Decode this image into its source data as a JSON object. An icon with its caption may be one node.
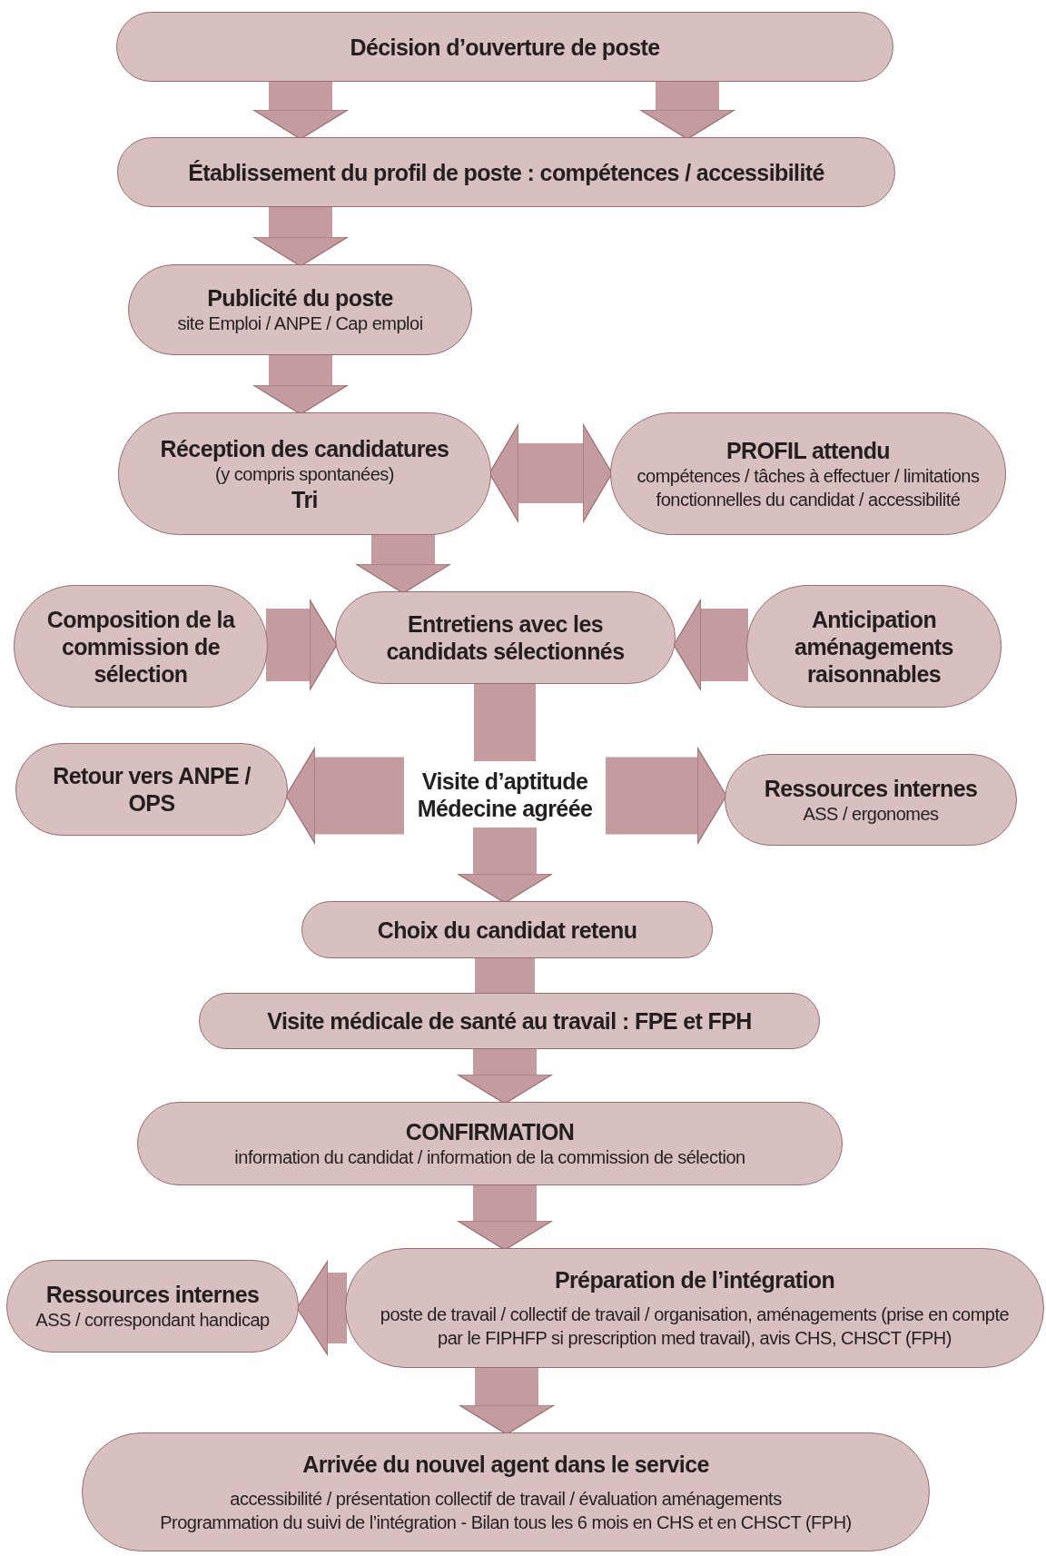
{
  "diagram": {
    "nodes": [
      {
        "text": [
          "Décision d’ouverture de poste"
        ]
      },
      {
        "text": [
          "Établissement du profil de poste : compétences / accessibilité"
        ]
      },
      {
        "text": [
          "Publicité du poste",
          "site Emploi / ANPE / Cap emploi"
        ]
      },
      {
        "text": [
          "Réception des candidatures",
          "(y compris spontanées)",
          "Tri"
        ]
      },
      {
        "text": [
          "PROFIL attendu",
          "compétences / tâches à effectuer / limitations fonctionnelles du candidat / accessibilité"
        ]
      },
      {
        "text": [
          "Composition de la commission de sélection"
        ]
      },
      {
        "text": [
          "Entretiens avec les candidats sélectionnés"
        ]
      },
      {
        "text": [
          "Anticipation aménagements raisonnables"
        ]
      },
      {
        "text": [
          "Retour vers ANPE / OPS"
        ]
      },
      {
        "text": [
          "Visite d’aptitude Médecine agréée"
        ]
      },
      {
        "text": [
          "Ressources internes",
          "ASS / ergonomes"
        ]
      },
      {
        "text": [
          "Choix du candidat retenu"
        ]
      },
      {
        "text": [
          "Visite médicale de santé au travail : FPE et FPH"
        ]
      },
      {
        "text": [
          "CONFIRMATION",
          "information du candidat / information de la commission de sélection"
        ]
      },
      {
        "text": [
          "Ressources internes",
          "ASS / correspondant handicap"
        ]
      },
      {
        "text": [
          "Préparation de l’intégration",
          "poste de travail / collectif de travail / organisation, aménagements (prise en compte par le FIPHFP si prescription med travail), avis CHS, CHSCT (FPH)"
        ]
      },
      {
        "text": [
          "Arrivée du nouvel agent dans le service",
          "accessibilité / présentation collectif de travail / évaluation aménagements",
          "Programmation du suivi de l’intégration - Bilan tous les 6 mois en CHS et en CHSCT (FPH)"
        ]
      }
    ],
    "edges": [
      {
        "from": 0,
        "to": 1,
        "arrow": "to"
      },
      {
        "from": 0,
        "to": 1,
        "arrow": "to"
      },
      {
        "from": 1,
        "to": 2,
        "arrow": "to"
      },
      {
        "from": 2,
        "to": 3,
        "arrow": "to"
      },
      {
        "from": 3,
        "to": 4,
        "arrow": "both"
      },
      {
        "from": 3,
        "to": 6,
        "arrow": "to"
      },
      {
        "from": 5,
        "to": 6,
        "arrow": "to"
      },
      {
        "from": 7,
        "to": 6,
        "arrow": "to"
      },
      {
        "from": 6,
        "to": 9,
        "arrow": "none"
      },
      {
        "from": 9,
        "to": 8,
        "arrow": "to"
      },
      {
        "from": 9,
        "to": 10,
        "arrow": "to"
      },
      {
        "from": 9,
        "to": 11,
        "arrow": "to"
      },
      {
        "from": 11,
        "to": 12,
        "arrow": "none"
      },
      {
        "from": 12,
        "to": 13,
        "arrow": "to"
      },
      {
        "from": 13,
        "to": 15,
        "arrow": "to"
      },
      {
        "from": 15,
        "to": 14,
        "arrow": "to"
      },
      {
        "from": 15,
        "to": 16,
        "arrow": "to"
      }
    ]
  }
}
